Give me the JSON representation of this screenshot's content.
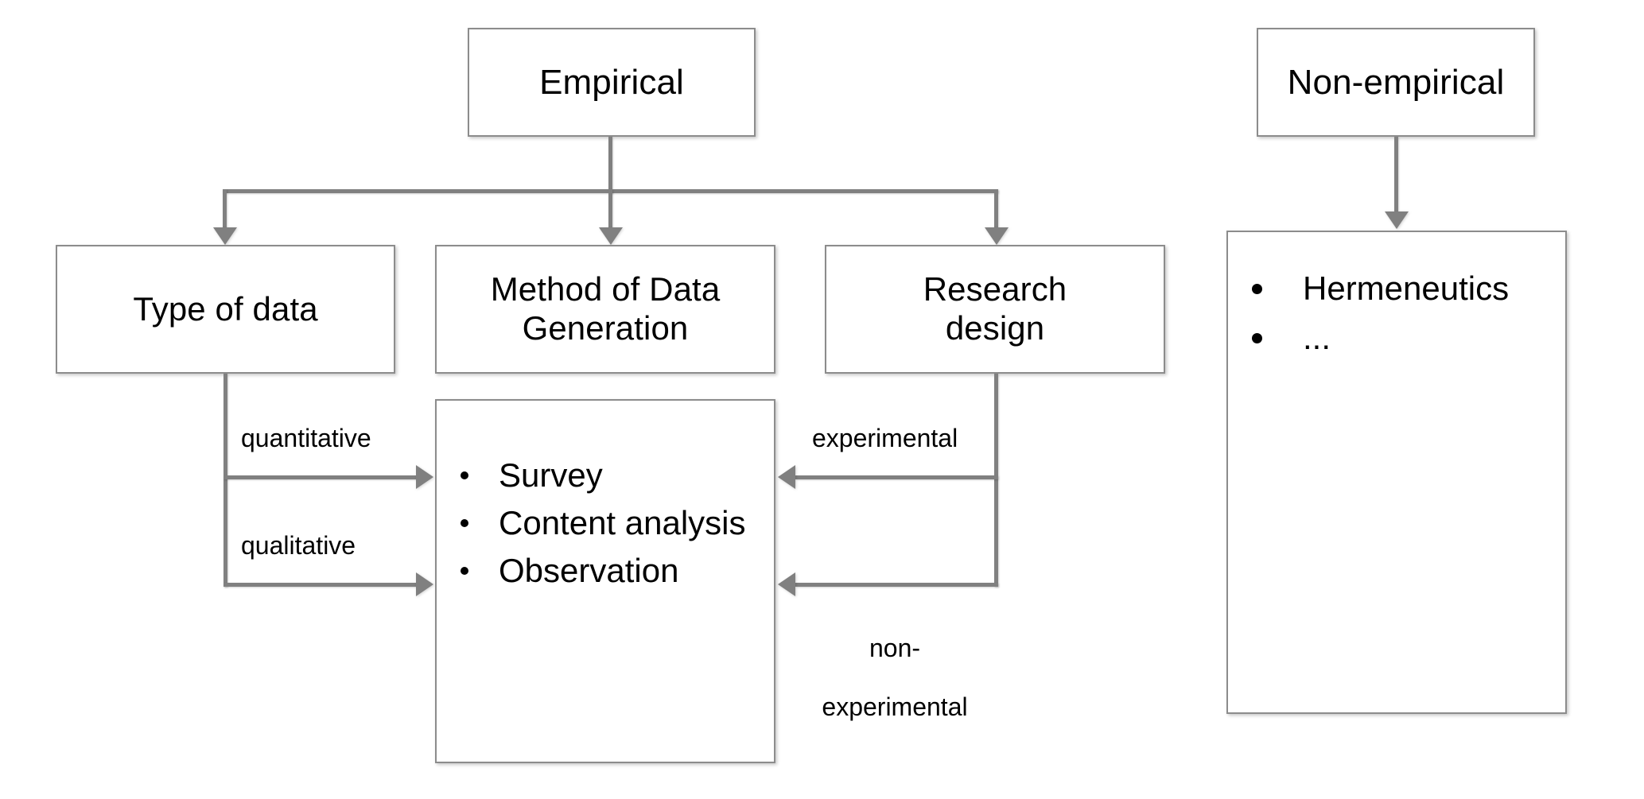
{
  "diagram": {
    "title": "Empirical vs Non-empirical research classification",
    "colors": {
      "box_border": "#8c8c8c",
      "connector": "#808080",
      "text": "#000000",
      "background": "#ffffff"
    },
    "nodes": {
      "empirical": {
        "label": "Empirical"
      },
      "non_empirical": {
        "label": "Non-empirical"
      },
      "type_of_data": {
        "label": "Type of data"
      },
      "method_of_data_generation": {
        "label": "Method of Data\nGeneration",
        "line1": "Method of Data",
        "line2": "Generation"
      },
      "research_design": {
        "label": "Research\ndesign",
        "line1": "Research",
        "line2": "design"
      },
      "methods_list": {
        "items": [
          "Survey",
          "Content analysis",
          "Observation"
        ]
      },
      "non_empirical_list": {
        "items": [
          "Hermeneutics",
          "..."
        ]
      }
    },
    "edge_labels": {
      "quantitative": "quantitative",
      "qualitative": "qualitative",
      "experimental": "experimental",
      "non_experimental_line1": "non-",
      "non_experimental_line2": "experimental"
    }
  }
}
